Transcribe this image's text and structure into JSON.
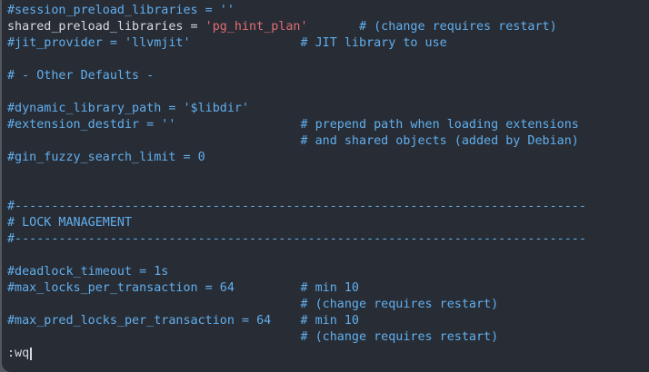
{
  "terminal": {
    "colors": {
      "background": "#282c34",
      "frame": "#54575e",
      "comment": "#61afef",
      "code": "#d7dae0",
      "string": "#e06c75",
      "cursor": "#d7dae0"
    },
    "lines": [
      {
        "segments": [
          {
            "c": "comment",
            "t": "#session_preload_libraries = ''"
          }
        ]
      },
      {
        "segments": [
          {
            "c": "code",
            "t": "shared_preload_libraries = "
          },
          {
            "c": "string",
            "t": "'pg_hint_plan'"
          },
          {
            "c": "comment",
            "t": "       # (change requires restart)"
          }
        ]
      },
      {
        "segments": [
          {
            "c": "comment",
            "t": "#jit_provider = 'llvmjit'               # JIT library to use"
          }
        ]
      },
      {
        "segments": []
      },
      {
        "segments": [
          {
            "c": "comment",
            "t": "# - Other Defaults -"
          }
        ]
      },
      {
        "segments": []
      },
      {
        "segments": [
          {
            "c": "comment",
            "t": "#dynamic_library_path = '$libdir'"
          }
        ]
      },
      {
        "segments": [
          {
            "c": "comment",
            "t": "#extension_destdir = ''                 # prepend path when loading extensions"
          }
        ]
      },
      {
        "segments": [
          {
            "c": "comment",
            "t": "                                        # and shared objects (added by Debian)"
          }
        ]
      },
      {
        "segments": [
          {
            "c": "comment",
            "t": "#gin_fuzzy_search_limit = 0"
          }
        ]
      },
      {
        "segments": []
      },
      {
        "segments": []
      },
      {
        "segments": [
          {
            "c": "comment",
            "t": "#------------------------------------------------------------------------------"
          }
        ]
      },
      {
        "segments": [
          {
            "c": "comment",
            "t": "# LOCK MANAGEMENT"
          }
        ]
      },
      {
        "segments": [
          {
            "c": "comment",
            "t": "#------------------------------------------------------------------------------"
          }
        ]
      },
      {
        "segments": []
      },
      {
        "segments": [
          {
            "c": "comment",
            "t": "#deadlock_timeout = 1s"
          }
        ]
      },
      {
        "segments": [
          {
            "c": "comment",
            "t": "#max_locks_per_transaction = 64         # min 10"
          }
        ]
      },
      {
        "segments": [
          {
            "c": "comment",
            "t": "                                        # (change requires restart)"
          }
        ]
      },
      {
        "segments": [
          {
            "c": "comment",
            "t": "#max_pred_locks_per_transaction = 64    # min 10"
          }
        ]
      },
      {
        "segments": [
          {
            "c": "comment",
            "t": "                                        # (change requires restart)"
          }
        ]
      }
    ],
    "command_line": {
      "text": ":wq",
      "cursor_visible": true
    }
  }
}
